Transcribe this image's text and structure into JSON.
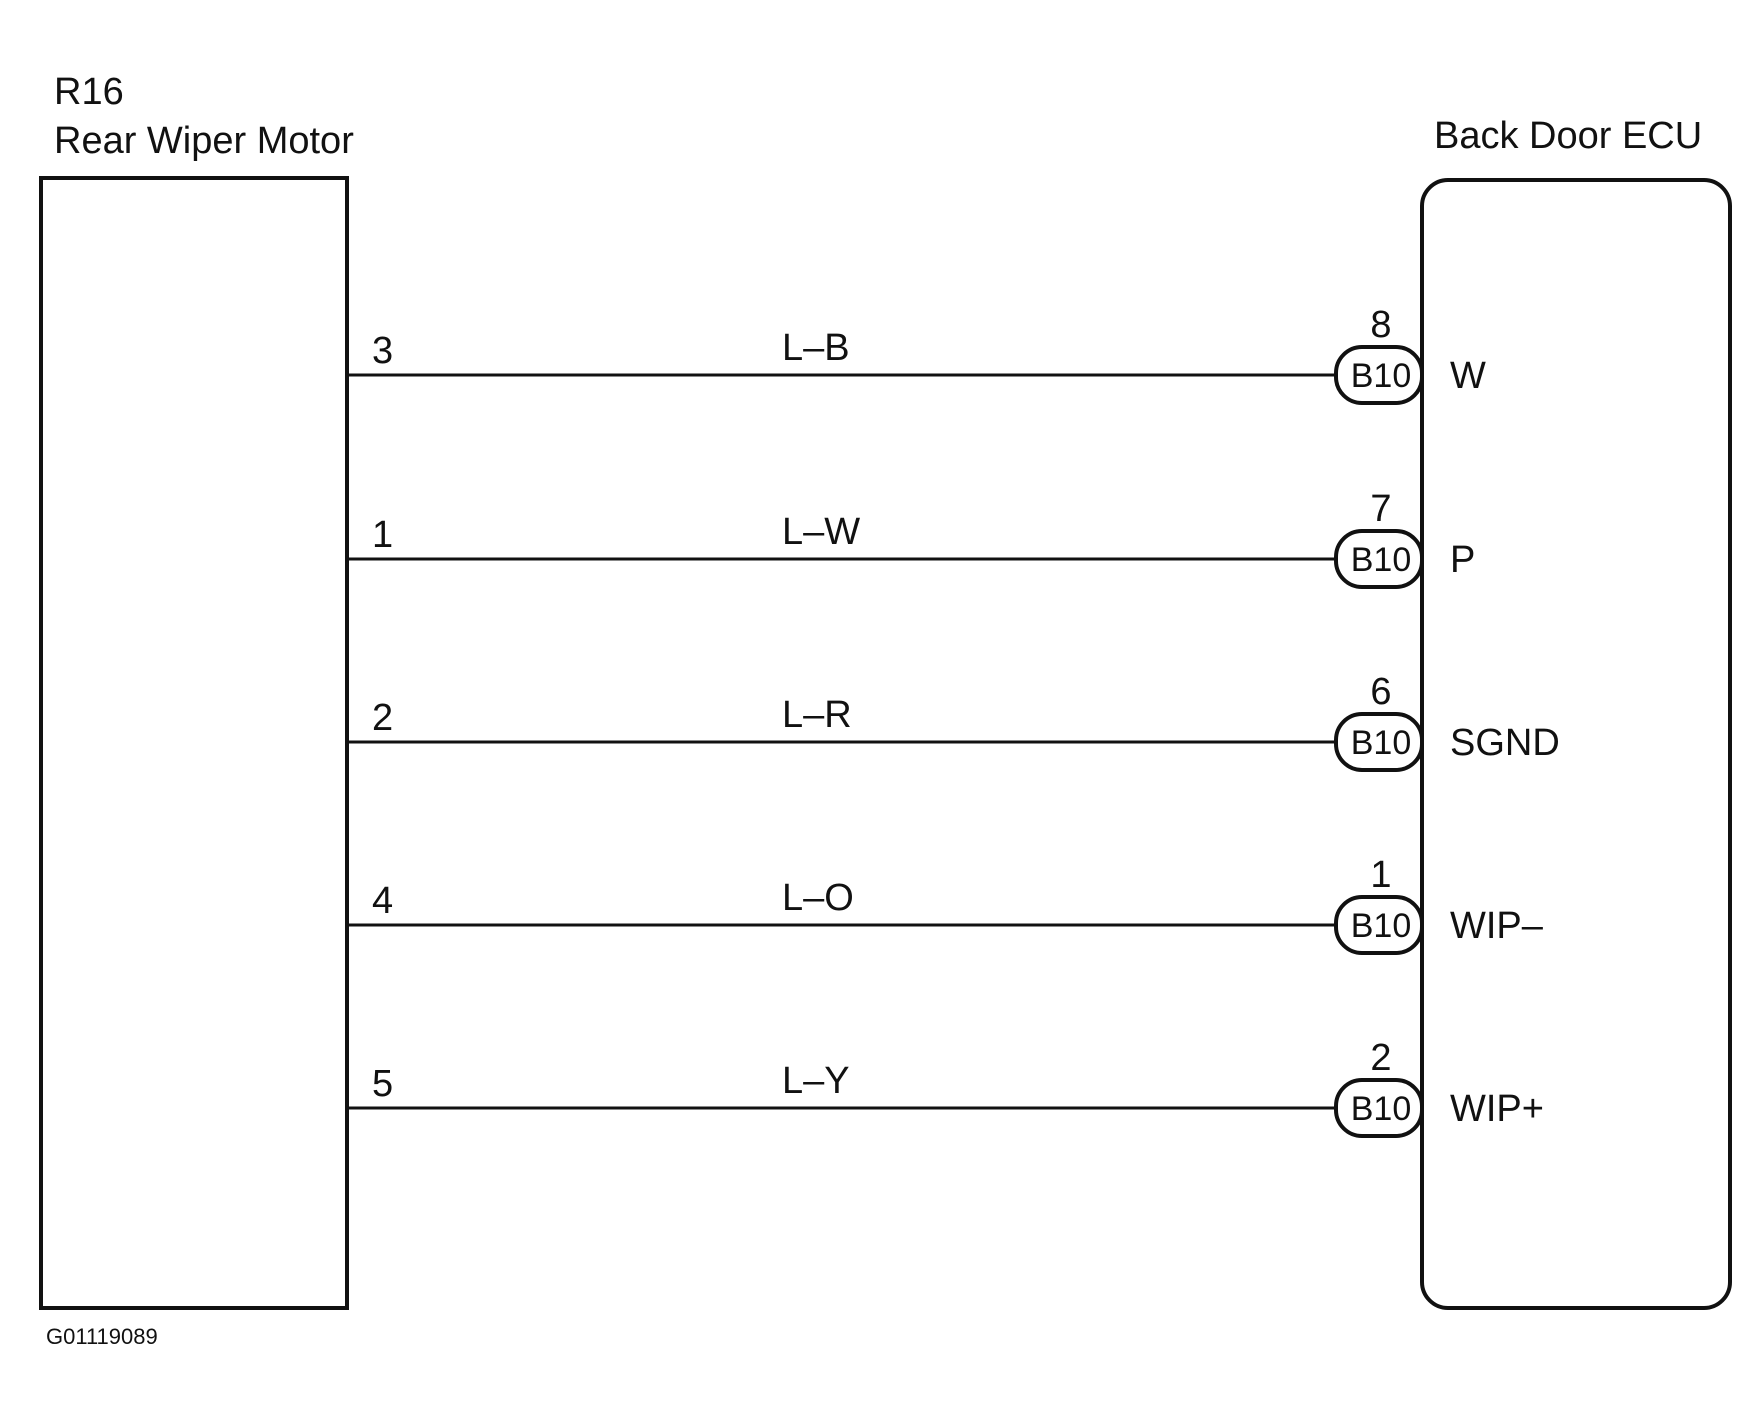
{
  "left_component": {
    "code": "R16",
    "name": "Rear Wiper Motor"
  },
  "right_component": {
    "name": "Back Door ECU"
  },
  "wires": [
    {
      "motor_pin": "3",
      "color": "L–B",
      "ecu_connector": "B10",
      "ecu_pin": "8",
      "ecu_terminal": "W"
    },
    {
      "motor_pin": "1",
      "color": "L–W",
      "ecu_connector": "B10",
      "ecu_pin": "7",
      "ecu_terminal": "P"
    },
    {
      "motor_pin": "2",
      "color": "L–R",
      "ecu_connector": "B10",
      "ecu_pin": "6",
      "ecu_terminal": "SGND"
    },
    {
      "motor_pin": "4",
      "color": "L–O",
      "ecu_connector": "B10",
      "ecu_pin": "1",
      "ecu_terminal": "WIP–"
    },
    {
      "motor_pin": "5",
      "color": "L–Y",
      "ecu_connector": "B10",
      "ecu_pin": "2",
      "ecu_terminal": "WIP+"
    }
  ],
  "figure_id": "G01119089"
}
